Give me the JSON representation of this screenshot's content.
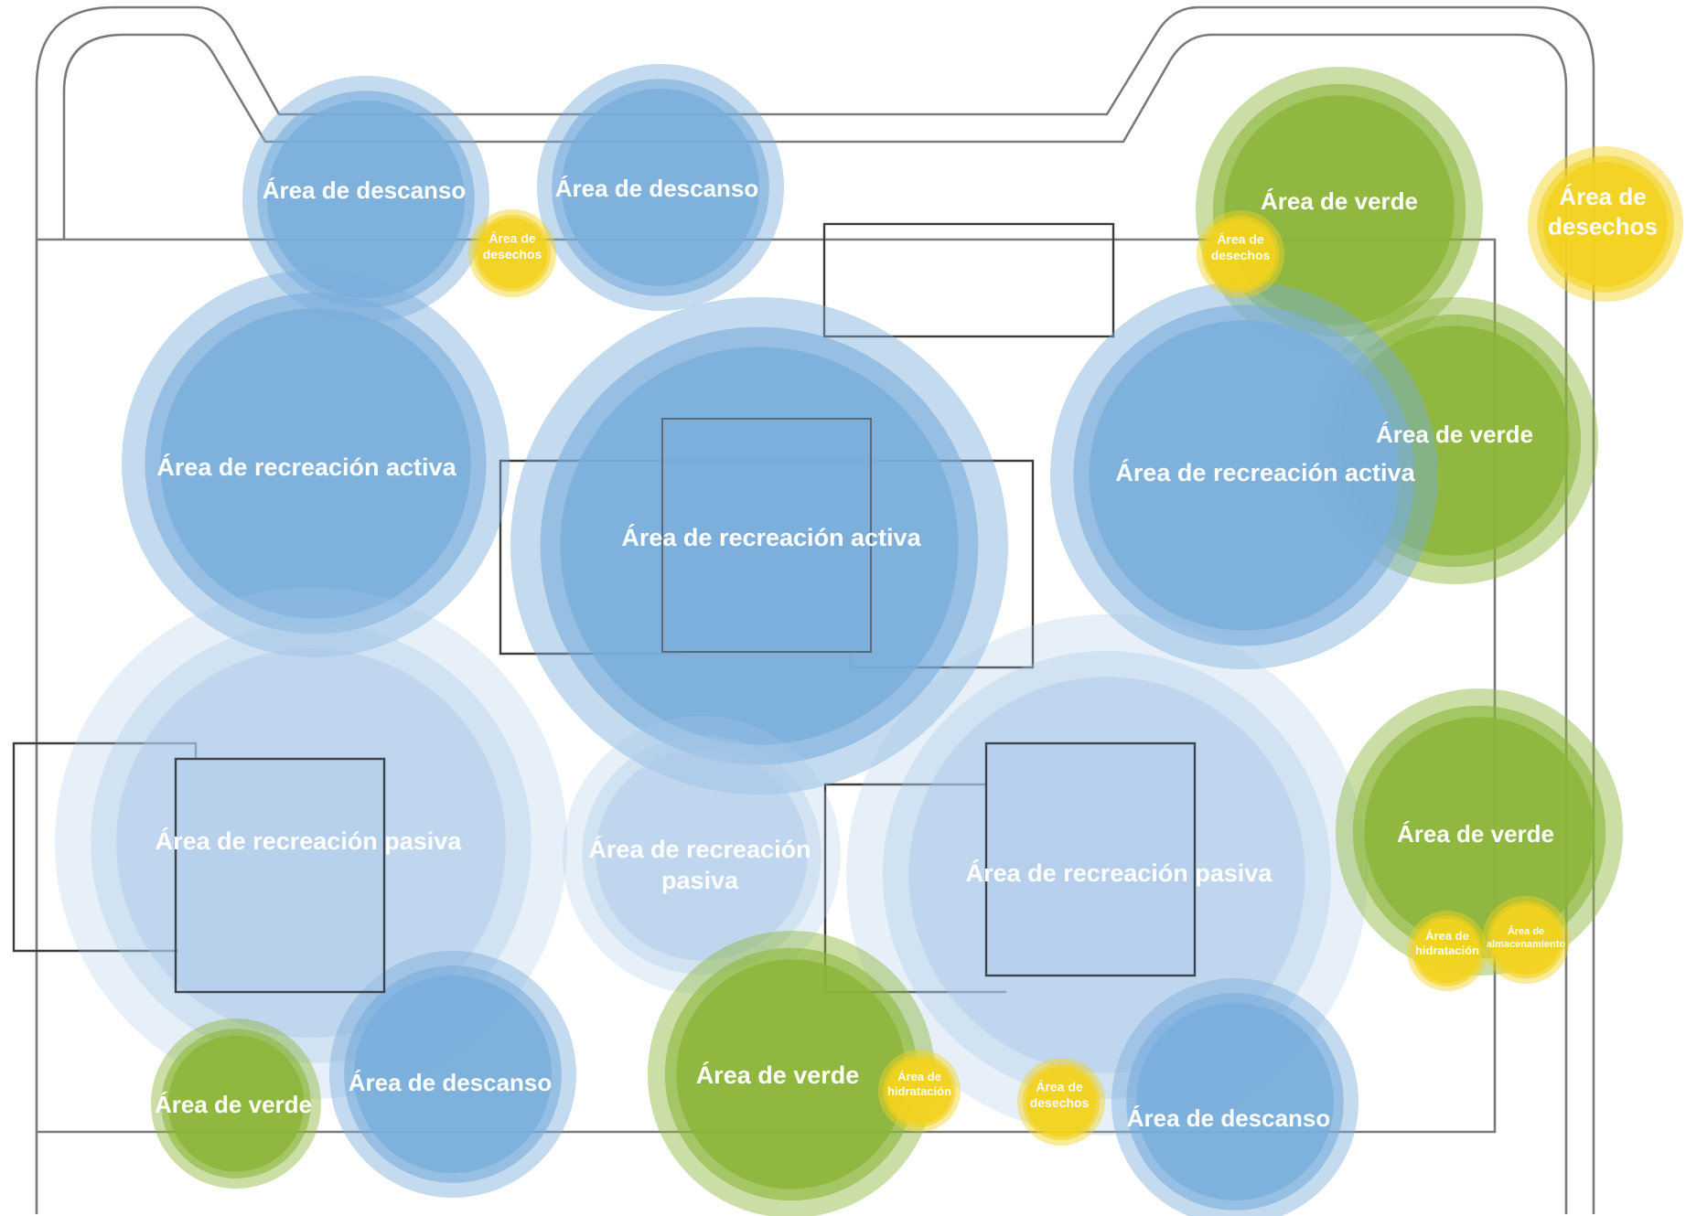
{
  "colors": {
    "descanso": "#7aaedc",
    "recreacion_activa": "#7aaedc",
    "recreacion_pasiva": "#a8c8e8",
    "verde": "#8cb53a",
    "desechos": "#f2d21e",
    "hidratacion": "#f2d21e",
    "almacenamiento": "#f2d21e",
    "outline": "#7a7a7a",
    "label": "#ffffff"
  },
  "zones": [
    {
      "id": "descanso-1",
      "type": "descanso",
      "lines": [
        "Área de descanso"
      ]
    },
    {
      "id": "descanso-2",
      "type": "descanso",
      "lines": [
        "Área de descanso"
      ]
    },
    {
      "id": "desechos-1",
      "type": "desechos",
      "lines": [
        "Área de",
        "desechos"
      ]
    },
    {
      "id": "verde-1",
      "type": "verde",
      "lines": [
        "Área de verde"
      ]
    },
    {
      "id": "desechos-2",
      "type": "desechos",
      "lines": [
        "Área de",
        "desechos"
      ]
    },
    {
      "id": "desechos-3",
      "type": "desechos",
      "lines": [
        "Área de",
        "desechos"
      ]
    },
    {
      "id": "recreacion-activa-1",
      "type": "recreacion_activa",
      "lines": [
        "Área de recreación activa"
      ]
    },
    {
      "id": "recreacion-activa-2",
      "type": "recreacion_activa",
      "lines": [
        "Área de recreación activa"
      ]
    },
    {
      "id": "verde-2",
      "type": "verde",
      "lines": [
        "Área de verde"
      ]
    },
    {
      "id": "recreacion-activa-3",
      "type": "recreacion_activa",
      "lines": [
        "Área de recreación activa"
      ]
    },
    {
      "id": "recreacion-pasiva-1",
      "type": "recreacion_pasiva",
      "lines": [
        "Área de recreación pasiva"
      ]
    },
    {
      "id": "recreacion-pasiva-2",
      "type": "recreacion_pasiva",
      "lines": [
        "Área de recreación",
        "pasiva"
      ]
    },
    {
      "id": "recreacion-pasiva-3",
      "type": "recreacion_pasiva",
      "lines": [
        "Área de recreación pasiva"
      ]
    },
    {
      "id": "verde-3",
      "type": "verde",
      "lines": [
        "Área de verde"
      ]
    },
    {
      "id": "hidratacion-1",
      "type": "hidratacion",
      "lines": [
        "Área de",
        "hidratación"
      ]
    },
    {
      "id": "almacenamiento-1",
      "type": "almacenamiento",
      "lines": [
        "Área de",
        "almacenamiento"
      ]
    },
    {
      "id": "verde-4",
      "type": "verde",
      "lines": [
        "Área de verde"
      ]
    },
    {
      "id": "descanso-3",
      "type": "descanso",
      "lines": [
        "Área de descanso"
      ]
    },
    {
      "id": "verde-5",
      "type": "verde",
      "lines": [
        "Área de verde"
      ]
    },
    {
      "id": "hidratacion-2",
      "type": "hidratacion",
      "lines": [
        "Área de",
        "hidratación"
      ]
    },
    {
      "id": "desechos-4",
      "type": "desechos",
      "lines": [
        "Área de",
        "desechos"
      ]
    },
    {
      "id": "descanso-4",
      "type": "descanso",
      "lines": [
        "Área de descanso"
      ]
    }
  ]
}
